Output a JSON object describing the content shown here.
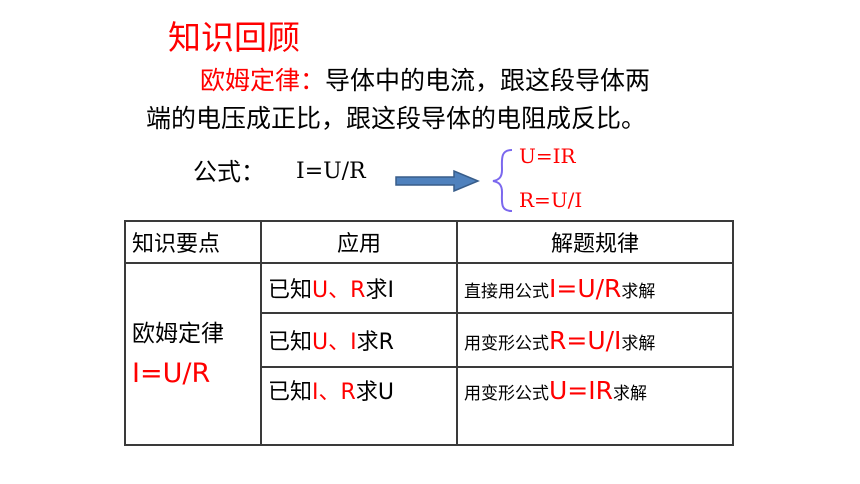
{
  "title": "知识回顾",
  "law": {
    "name": "欧姆定律：",
    "text1": "导体中的电流，跟这段导体两",
    "text2": "端的电压成正比，跟这段导体的电阻成反比。"
  },
  "formula": {
    "label": "公式：",
    "value": "I=U/R",
    "derived": [
      "U=IR",
      "R=U/I"
    ]
  },
  "table": {
    "headers": [
      "知识要点",
      "应用",
      "解题规律"
    ],
    "law_name": "欧姆定律",
    "law_formula": "I=U/R",
    "rows": [
      {
        "known_prefix": "已知",
        "known_a": "U",
        "sep": "、",
        "known_b": "R",
        "find": "求I",
        "rule_prefix": "直接用公式",
        "rule_formula": "I=U/R",
        "rule_suffix": "求解"
      },
      {
        "known_prefix": "已知",
        "known_a": "U",
        "sep": "、",
        "known_b": "I",
        "find": "求R",
        "rule_prefix": "用变形公式",
        "rule_formula": "R=U/I",
        "rule_suffix": "求解"
      },
      {
        "known_prefix": "已知",
        "known_a": "I",
        "sep": "、",
        "known_b": "R",
        "find": "求U",
        "rule_prefix": "用变形公式",
        "rule_formula": "U=IR",
        "rule_suffix": "求解"
      }
    ]
  },
  "colors": {
    "accent": "#ff0000",
    "arrow_fill": "#4f81bd",
    "brace": "#7b68ee"
  },
  "icons": {
    "arrow": "right-arrow-icon",
    "brace": "left-brace-icon"
  }
}
